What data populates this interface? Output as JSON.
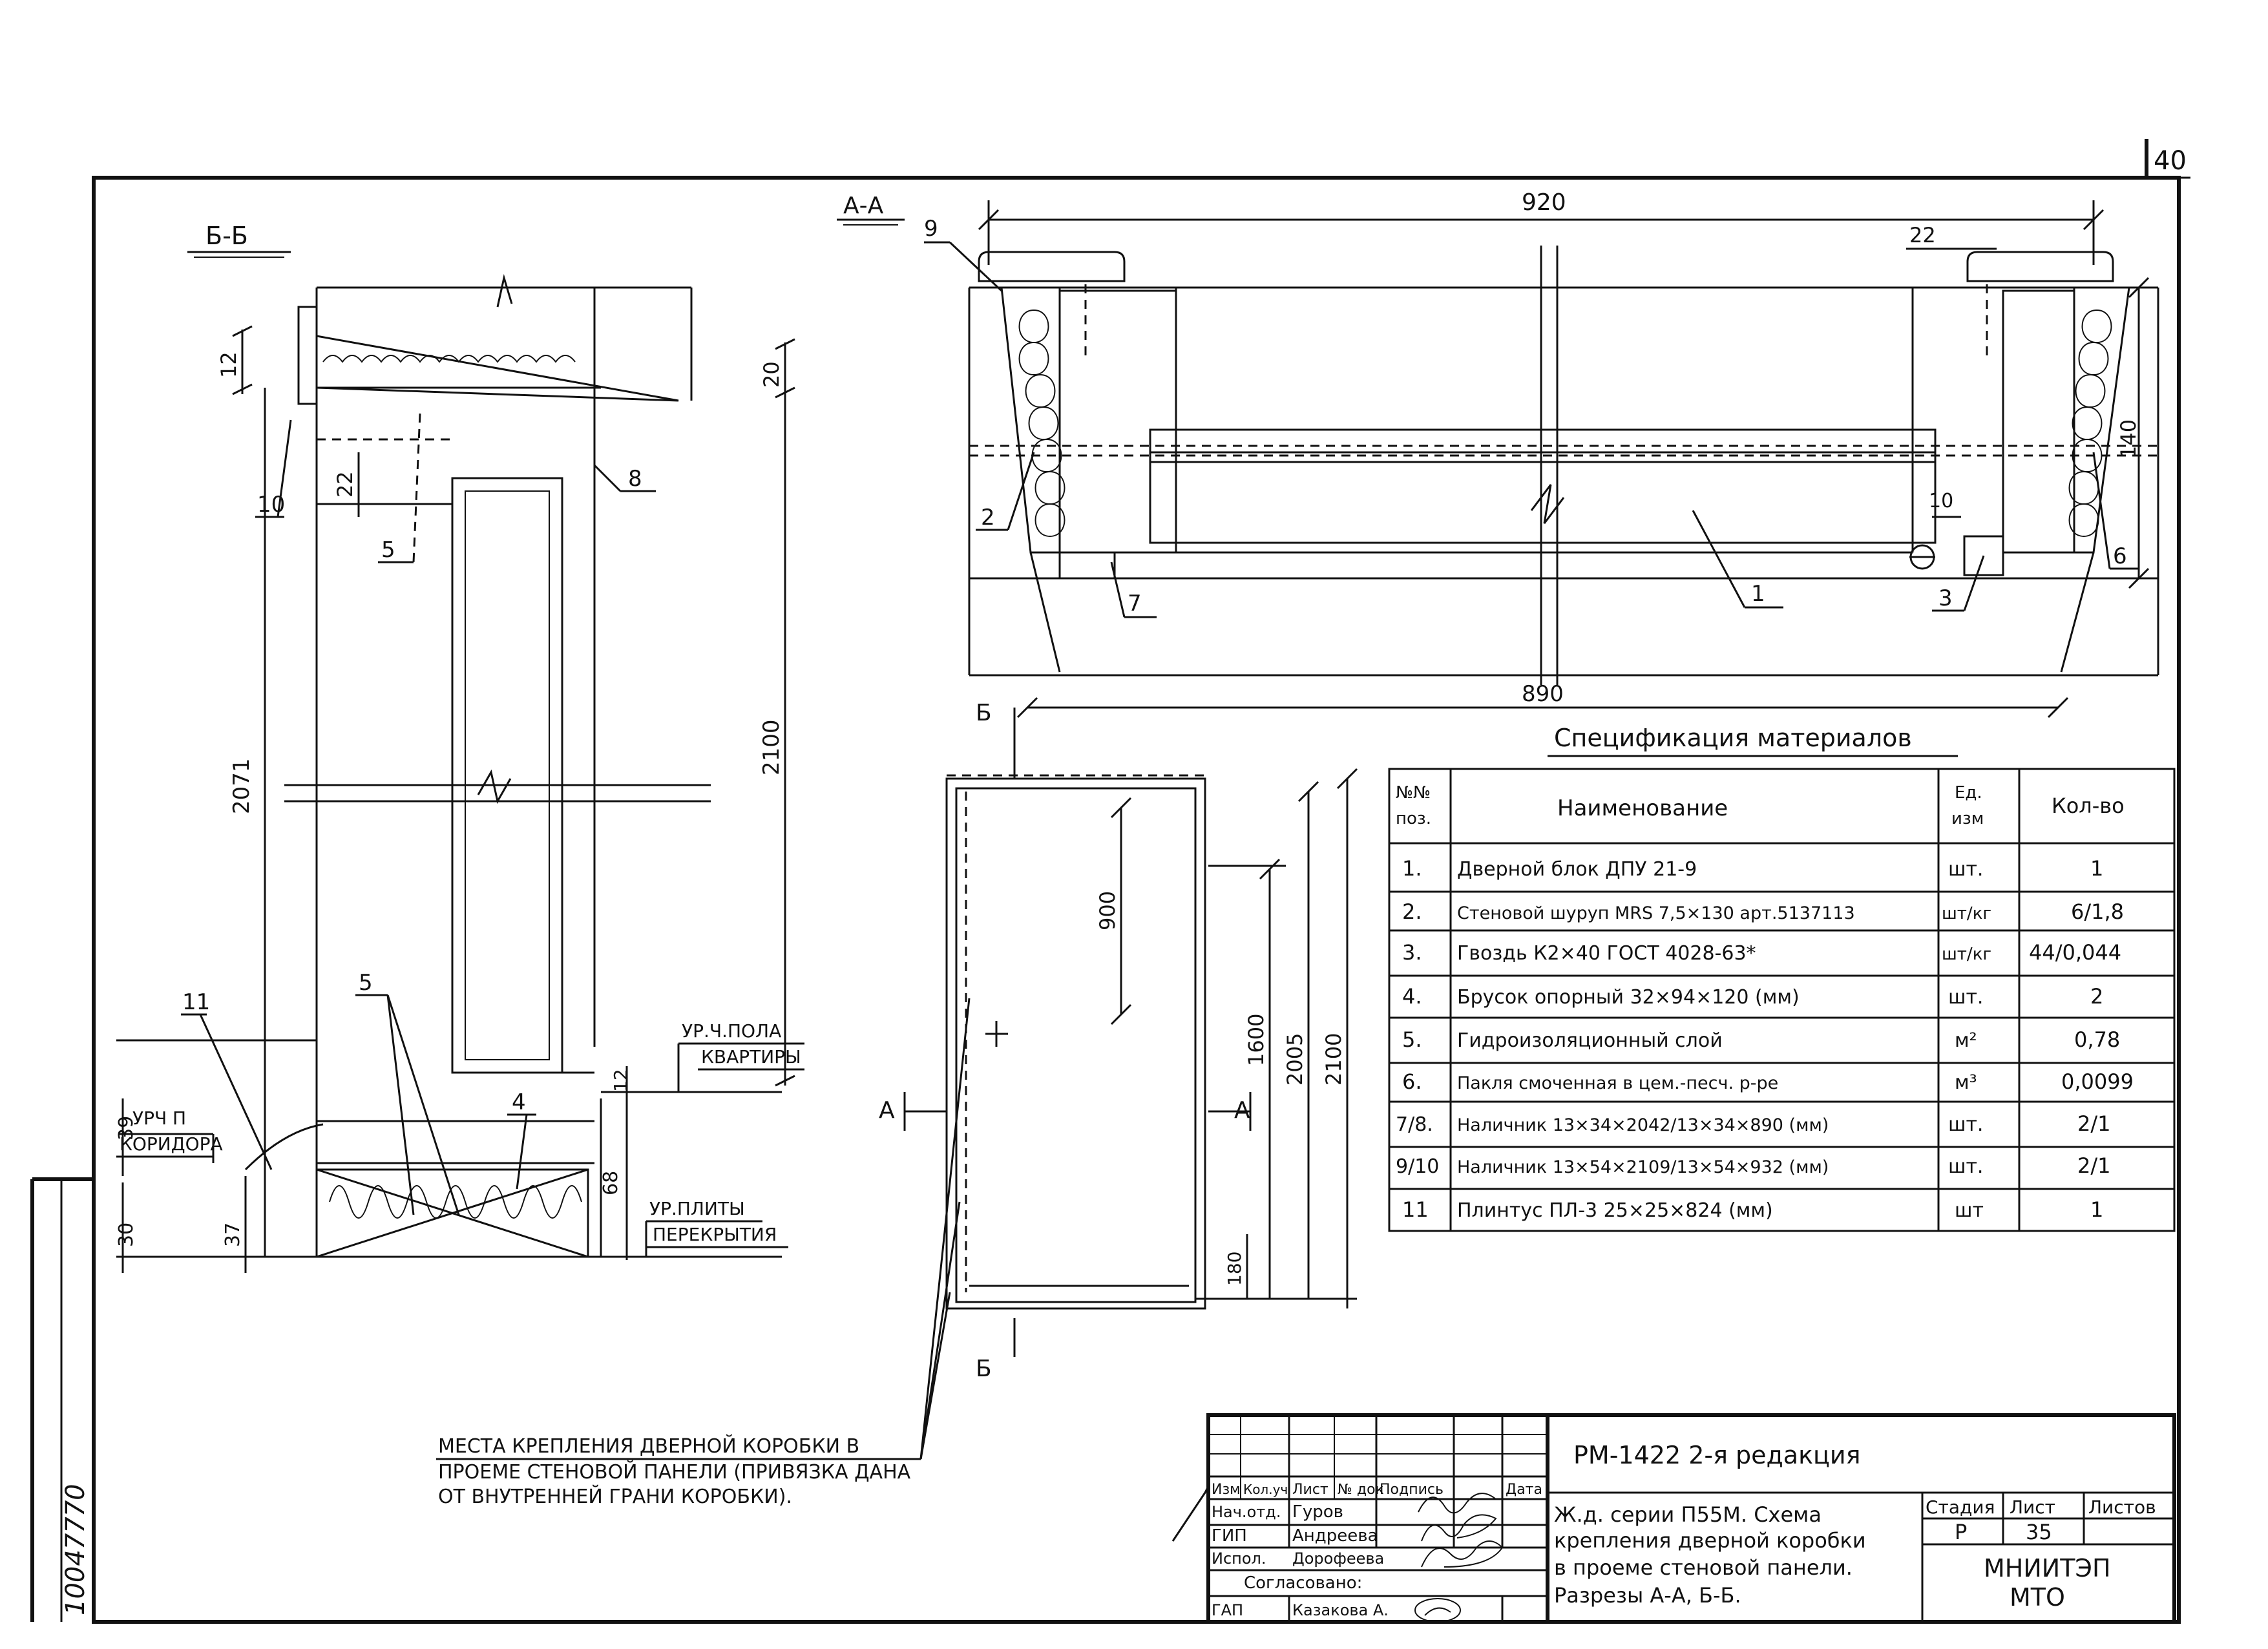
{
  "sheet_number": "40",
  "archive_number": "10047770",
  "section_bb": {
    "label": "Б-Б",
    "dims": {
      "d12": "12",
      "d20": "20",
      "d22": "22",
      "d2071": "2071",
      "d2100": "2100",
      "d39": "39",
      "d30": "30",
      "d37": "37",
      "d68": "68",
      "d12b": "12"
    },
    "callouts": {
      "c10": "10",
      "c5a": "5",
      "c8": "8",
      "c11": "11",
      "c5b": "5",
      "c4": "4"
    },
    "level_corridor_1": "УРЧ П",
    "level_corridor_2": "КОРИДОРА",
    "level_floor_1": "УР.Ч.ПОЛА",
    "level_floor_2": "КВАРТИРЫ",
    "level_slab_1": "УР.ПЛИТЫ",
    "level_slab_2": "ПЕРЕКРЫТИЯ"
  },
  "section_aa": {
    "label": "А-А",
    "dims": {
      "d920": "920",
      "d22": "22",
      "d140": "140",
      "d10": "10",
      "d890": "890"
    },
    "callouts": {
      "c9": "9",
      "c2": "2",
      "c7": "7",
      "c1": "1",
      "c3": "3",
      "c6": "6"
    }
  },
  "elevation": {
    "cut_label_b": "Б",
    "cut_label_a": "А",
    "dims": {
      "d900": "900",
      "d1600": "1600",
      "d2005": "2005",
      "d2100": "2100",
      "d180": "180"
    }
  },
  "note": {
    "line1": "МЕСТА КРЕПЛЕНИЯ ДВЕРНОЙ КОРОБКИ В",
    "line2": "ПРОЕМЕ СТЕНОВОЙ ПАНЕЛИ (ПРИВЯЗКА ДАНА",
    "line3": "ОТ ВНУТРЕННЕЙ ГРАНИ КОРОБКИ)."
  },
  "spec": {
    "title": "Спецификация материалов",
    "headers": {
      "pos_1": "№№",
      "pos_2": "поз.",
      "name": "Наименование",
      "unit_1": "Ед.",
      "unit_2": "изм",
      "qty": "Кол-во"
    },
    "rows": [
      {
        "pos": "1.",
        "name": "Дверной блок ДПУ 21-9",
        "unit": "шт.",
        "qty": "1"
      },
      {
        "pos": "2.",
        "name": "Стеновой шуруп MRS 7,5×130 арт.5137113",
        "unit": "шт/кг",
        "qty": "6/1,8"
      },
      {
        "pos": "3.",
        "name": "Гвоздь К2×40  ГОСТ 4028-63*",
        "unit": "шт/кг",
        "qty": "44/0,044"
      },
      {
        "pos": "4.",
        "name": "Брусок опорный 32×94×120 (мм)",
        "unit": "шт.",
        "qty": "2"
      },
      {
        "pos": "5.",
        "name": "Гидроизоляционный слой",
        "unit": "м²",
        "qty": "0,78"
      },
      {
        "pos": "6.",
        "name": "Пакля смоченная в цем.-песч. р-ре",
        "unit": "м³",
        "qty": "0,0099"
      },
      {
        "pos": "7/8.",
        "name": "Наличник 13×34×2042/13×34×890 (мм)",
        "unit": "шт.",
        "qty": "2/1"
      },
      {
        "pos": "9/10",
        "name": "Наличник 13×54×2109/13×54×932 (мм)",
        "unit": "шт.",
        "qty": "2/1"
      },
      {
        "pos": "11",
        "name": "Плинтус ПЛ-3  25×25×824 (мм)",
        "unit": "шт",
        "qty": "1"
      }
    ]
  },
  "title_block": {
    "doc_code": "РМ-1422  2-я редакция",
    "col_izm": "Изм",
    "col_koluch": "Кол.уч",
    "col_list": "Лист",
    "col_ndok": "№ док",
    "col_podpis": "Подпись",
    "col_data": "Дата",
    "role_1": "Нач.отд.",
    "name_1": "Гуров",
    "role_2": "ГИП",
    "name_2": "Андреева",
    "role_3": "Испол.",
    "name_3": "Дорофеева",
    "agreed": "Согласовано:",
    "role_4": "ГАП",
    "name_4": "Казакова А.",
    "title_1": "Ж.д. серии П55М. Схема",
    "title_2": "крепления дверной коробки",
    "title_3": "в проеме стеновой панели.",
    "title_4": "Разрезы А-А, Б-Б.",
    "stage_header": "Стадия",
    "sheet_header": "Лист",
    "sheets_header": "Листов",
    "stage": "Р",
    "sheet": "35",
    "org_1": "МНИИТЭП",
    "org_2": "МТО"
  }
}
